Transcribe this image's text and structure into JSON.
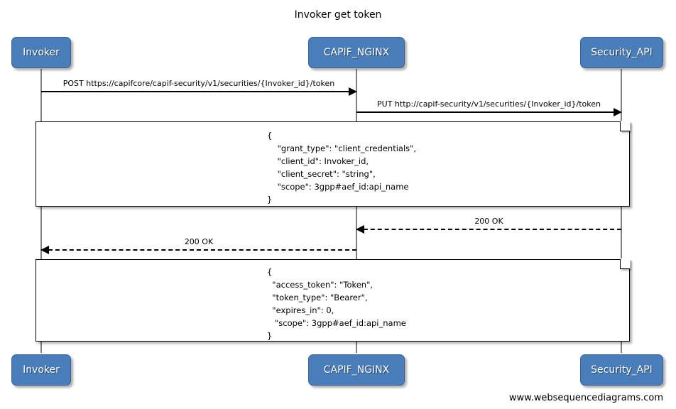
{
  "title": "Invoker get token",
  "footer": "www.websequencediagrams.com",
  "colors": {
    "participant_fill": "#4a7ebb",
    "participant_border": "#3a6198",
    "participant_text": "#ffffff",
    "lifeline": "#7f7f7f",
    "arrow": "#000000",
    "note_fill": "#ffffff",
    "note_border": "#000000",
    "background": "#ffffff"
  },
  "participants": [
    {
      "id": "invoker",
      "label": "Invoker"
    },
    {
      "id": "capif_nginx",
      "label": "CAPIF_NGINX"
    },
    {
      "id": "security_api",
      "label": "Security_API"
    }
  ],
  "messages": [
    {
      "id": "msg-1",
      "label": "POST https://capifcore/capif-security/v1/securities/{Invoker_id}/token",
      "from": "Invoker",
      "to": "CAPIF_NGINX",
      "style": "solid",
      "direction": "right"
    },
    {
      "id": "msg-2",
      "label": "PUT http://capif-security/v1/securities/{Invoker_id}/token",
      "from": "CAPIF_NGINX",
      "to": "Security_API",
      "style": "solid",
      "direction": "right"
    },
    {
      "id": "msg-3",
      "label": "200 OK",
      "from": "Security_API",
      "to": "CAPIF_NGINX",
      "style": "dashed",
      "direction": "left"
    },
    {
      "id": "msg-4",
      "label": "200 OK",
      "from": "CAPIF_NGINX",
      "to": "Invoker",
      "style": "dashed",
      "direction": "left"
    }
  ],
  "notes": [
    {
      "id": "note-request",
      "text": "{\n    \"grant_type\": \"client_credentials\",\n    \"client_id\": Invoker_id,\n    \"client_secret\": \"string\",\n    \"scope\": 3gpp#aef_id:api_name\n}"
    },
    {
      "id": "note-response",
      "text": "{\n  \"access_token\": \"Token\",\n  \"token_type\": \"Bearer\",\n  \"expires_in\": 0,\n   \"scope\": 3gpp#aef_id:api_name\n}"
    }
  ]
}
